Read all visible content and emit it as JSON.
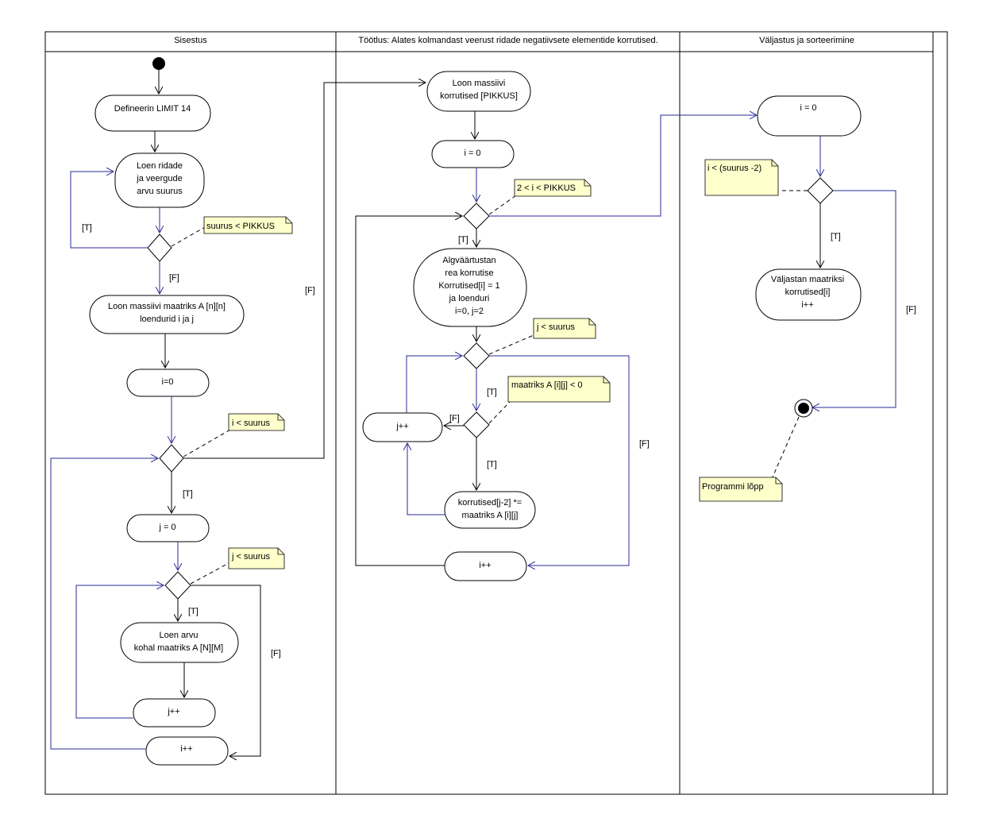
{
  "lanes": {
    "input": "Sisestus",
    "processing": "Töötlus: Alates kolmandast veerust ridade negatiivsete elementide korrutised.",
    "output": "Väljastus ja sorteerimine"
  },
  "input": {
    "define_limit": "Defineerin LIMIT 14",
    "read_size": [
      "Loen ridade",
      "ja veergude",
      "arvu suurus"
    ],
    "note_size": "suurus < PIKKUS",
    "create_matrix": [
      "Loon massiivi maatriks A [n][n]",
      "loendurid i ja j"
    ],
    "init_i": "i=0",
    "note_i": "i < suurus",
    "init_j": "j = 0",
    "note_j": "j < suurus",
    "read_value": [
      "Loen arvu",
      "kohal maatriks A [N][M]"
    ],
    "inc_j": "j++",
    "inc_i": "i++"
  },
  "processing": {
    "create_products": [
      "Loon massiivi",
      "korrutised [PIKKUS]"
    ],
    "init_i": "i = 0",
    "note_i": "2 < i < PIKKUS",
    "init_row": [
      "Algväärtustan",
      "rea korrutise",
      "Korrutised[i] = 1",
      "ja loenduri",
      "i=0,  j=2"
    ],
    "note_j": "j < suurus",
    "note_negative": "maatriks A [i][j] < 0",
    "inc_j": "j++",
    "multiply": [
      "korrutised[j-2] *=",
      "maatriks A [i][j]"
    ],
    "inc_i": "i++"
  },
  "output": {
    "init_i": "i = 0",
    "note_i": "i < (suurus -2)",
    "print": [
      "Väljastan maatriksi",
      "korrutised[i]",
      "i++"
    ],
    "note_end": "Programmi lõpp"
  },
  "guards": {
    "true": "[T]",
    "false": "[F]"
  }
}
